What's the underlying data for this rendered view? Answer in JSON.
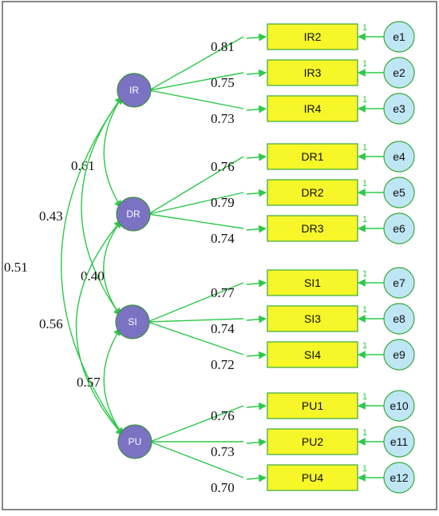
{
  "latent_factors": [
    {
      "id": "IR",
      "label": "IR"
    },
    {
      "id": "DR",
      "label": "DR"
    },
    {
      "id": "SI",
      "label": "SI"
    },
    {
      "id": "PU",
      "label": "PU"
    }
  ],
  "indicators": [
    {
      "label": "IR2",
      "factor": "IR",
      "loading": "0.81",
      "error": "e1",
      "weight": "1"
    },
    {
      "label": "IR3",
      "factor": "IR",
      "loading": "0.75",
      "error": "e2",
      "weight": "1"
    },
    {
      "label": "IR4",
      "factor": "IR",
      "loading": "0.73",
      "error": "e3",
      "weight": "1"
    },
    {
      "label": "DR1",
      "factor": "DR",
      "loading": "0.76",
      "error": "e4",
      "weight": "1"
    },
    {
      "label": "DR2",
      "factor": "DR",
      "loading": "0.79",
      "error": "e5",
      "weight": "1"
    },
    {
      "label": "DR3",
      "factor": "DR",
      "loading": "0.74",
      "error": "e6",
      "weight": "1"
    },
    {
      "label": "SI1",
      "factor": "SI",
      "loading": "0.77",
      "error": "e7",
      "weight": "1"
    },
    {
      "label": "SI3",
      "factor": "SI",
      "loading": "0.74",
      "error": "e8",
      "weight": "1"
    },
    {
      "label": "SI4",
      "factor": "SI",
      "loading": "0.72",
      "error": "e9",
      "weight": "1"
    },
    {
      "label": "PU1",
      "factor": "PU",
      "loading": "0.76",
      "error": "e10",
      "weight": "1"
    },
    {
      "label": "PU2",
      "factor": "PU",
      "loading": "0.73",
      "error": "e11",
      "weight": "1"
    },
    {
      "label": "PU4",
      "factor": "PU",
      "loading": "0.70",
      "error": "e12",
      "weight": "1"
    }
  ],
  "correlations": [
    {
      "from": "IR",
      "to": "DR",
      "value": "0.61"
    },
    {
      "from": "IR",
      "to": "SI",
      "value": "0.43"
    },
    {
      "from": "IR",
      "to": "PU",
      "value": "0.51"
    },
    {
      "from": "DR",
      "to": "SI",
      "value": "0.40"
    },
    {
      "from": "DR",
      "to": "PU",
      "value": "0.56"
    },
    {
      "from": "SI",
      "to": "PU",
      "value": "0.57"
    }
  ],
  "colors": {
    "latent_fill": "#7b72c4",
    "indicator_fill": "#f6f629",
    "error_fill": "#bfe6f5",
    "path_color": "#2ec84a"
  }
}
